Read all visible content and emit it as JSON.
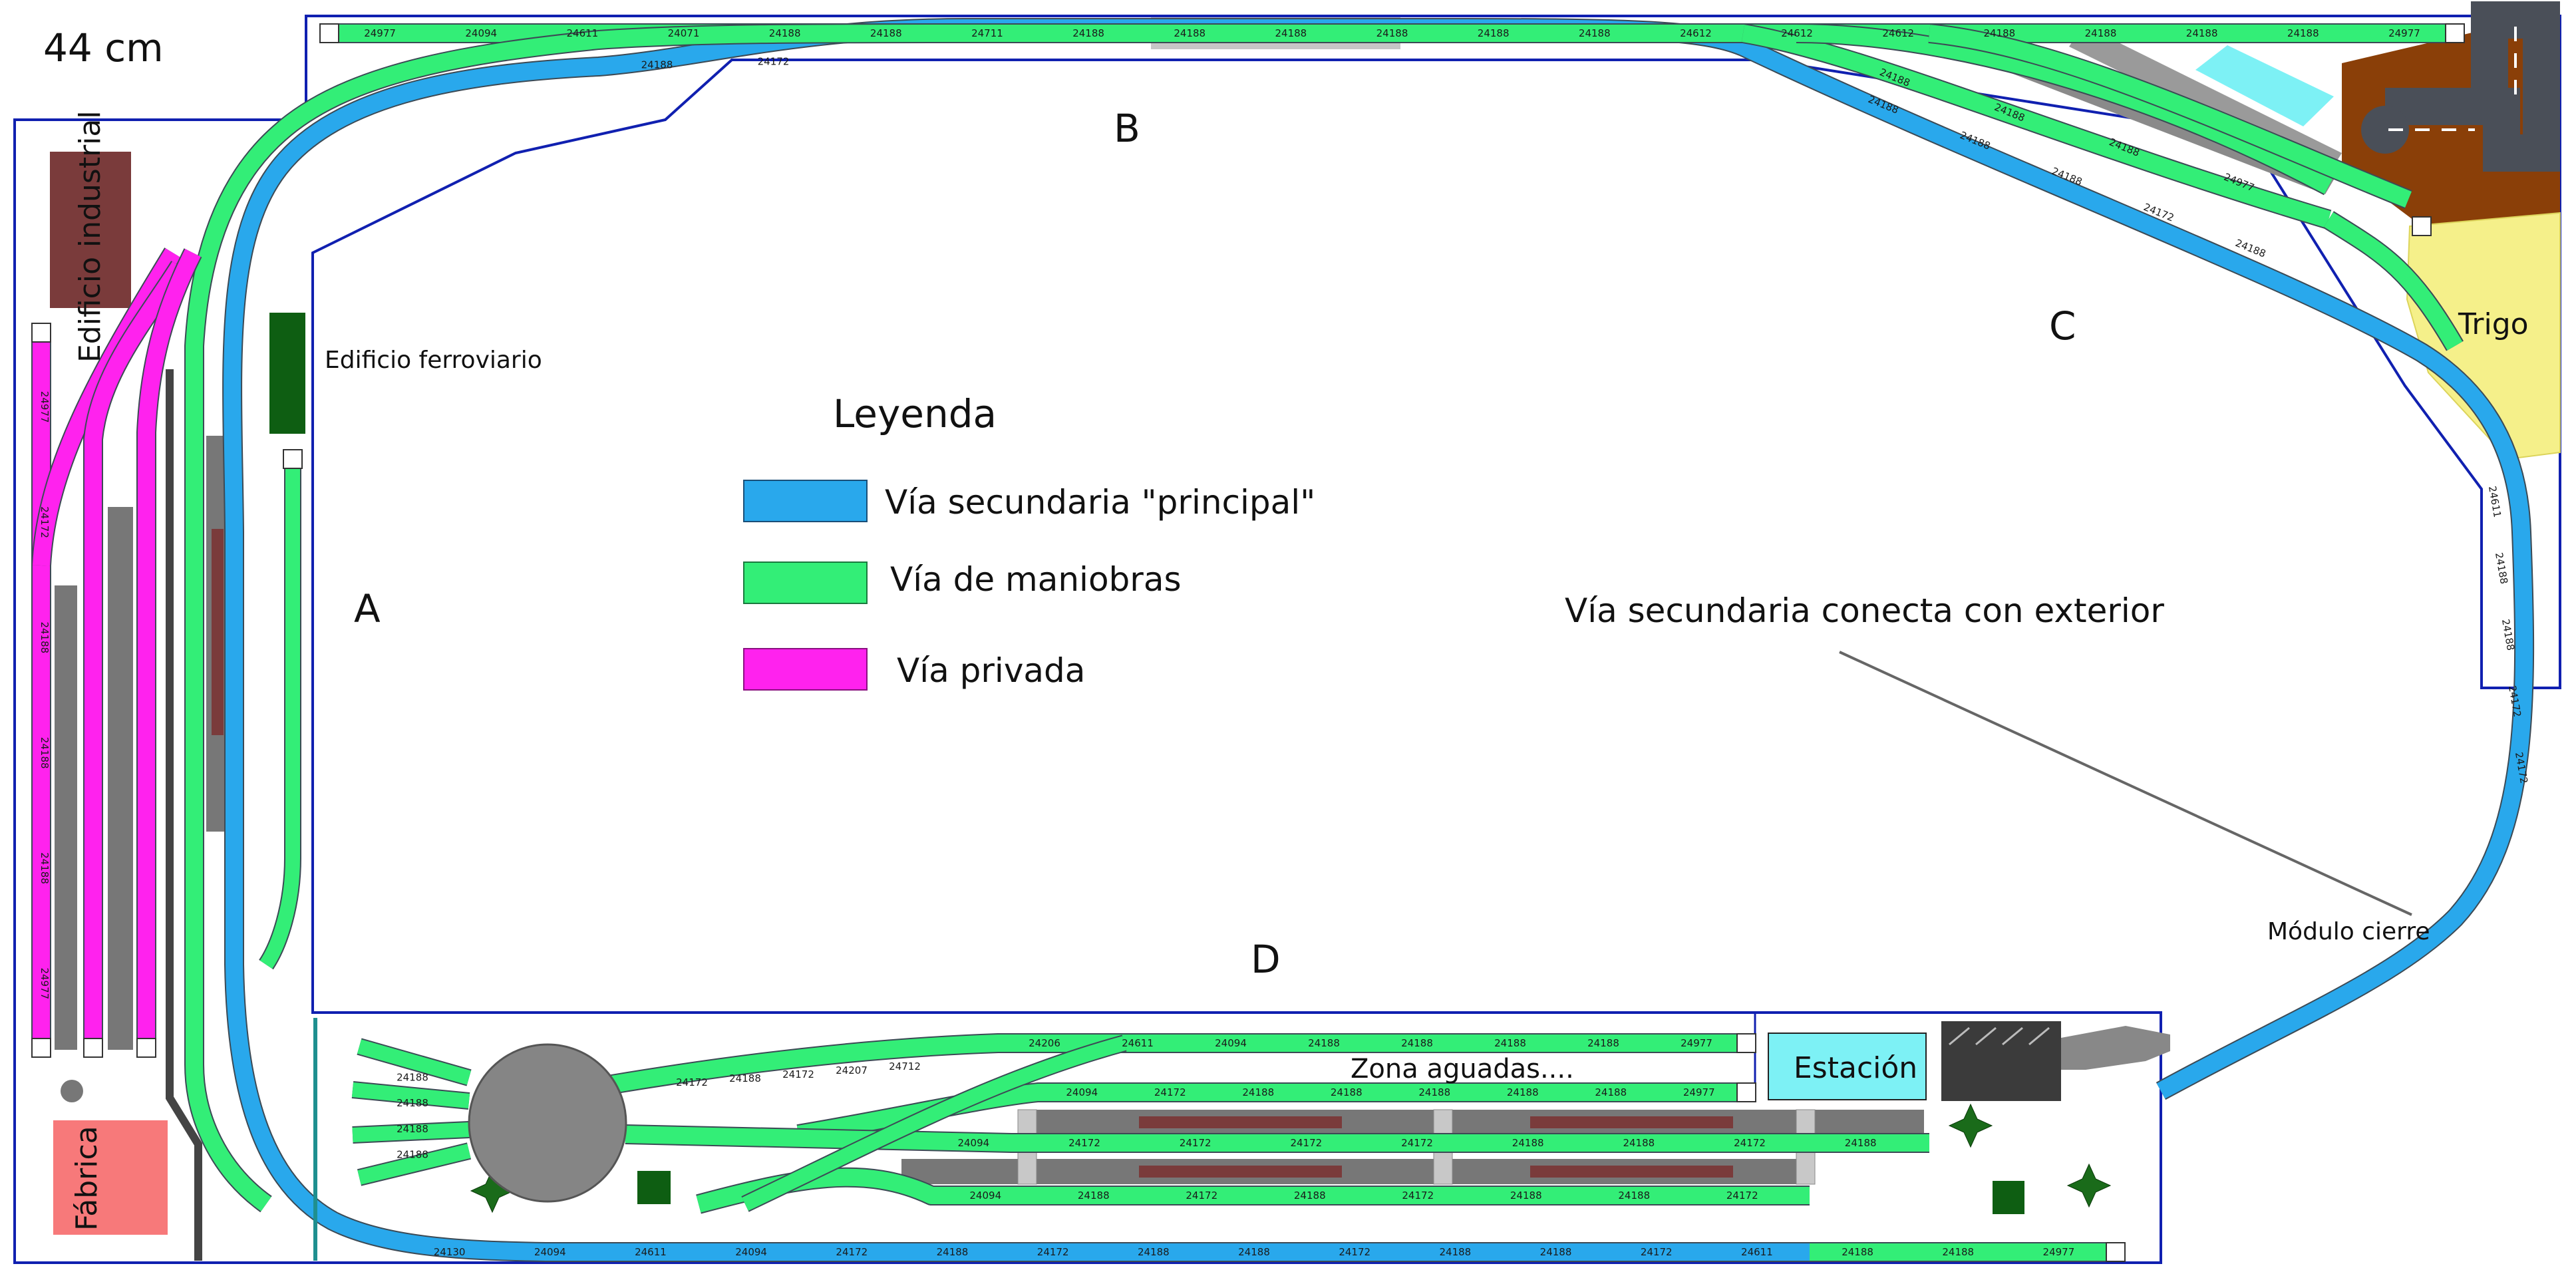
{
  "scale_label": "44 cm",
  "zones": {
    "a": "A",
    "b": "B",
    "c": "C",
    "d": "D"
  },
  "legend": {
    "title": "Leyenda",
    "items": [
      {
        "label": "Vía secundaria \"principal\"",
        "color": "#29a8ec"
      },
      {
        "label": "Vía de maniobras",
        "color": "#33ee77"
      },
      {
        "label": "Vía privada",
        "color": "#ff22ee"
      }
    ]
  },
  "buildings": {
    "industrial": "Edificio industrial",
    "railway": "Edificio ferroviario",
    "factory": "Fábrica",
    "wheat": "Trigo",
    "station": "Estación",
    "water_zone": "Zona aguadas...."
  },
  "notes": {
    "connect": "Vía secundaria conecta con exterior",
    "module": "Módulo cierre"
  },
  "track_codes": {
    "top_row": [
      "24977",
      "24094",
      "24611",
      "24071",
      "24188",
      "24188",
      "24711",
      "24188",
      "24188",
      "24188",
      "24188",
      "24188",
      "24188",
      "24612",
      "24612",
      "24612",
      "24188",
      "24188",
      "24188",
      "24188",
      "24977"
    ],
    "top_inner": [
      "24188",
      "24172"
    ],
    "upper_right_a": [
      "24188",
      "24188",
      "24188",
      "24172",
      "24188"
    ],
    "upper_right_b": [
      "24188",
      "24188",
      "24188",
      "24977"
    ],
    "right_curve": [
      "24611",
      "24188",
      "24188",
      "24172",
      "24172"
    ],
    "left_pink": [
      "24977",
      "24172",
      "24188",
      "24188",
      "24188",
      "24977"
    ],
    "bottom_row": [
      "24130",
      "24094",
      "24611",
      "24094",
      "24172",
      "24188",
      "24172",
      "24188",
      "24188",
      "24172",
      "24188",
      "24188",
      "24172",
      "24611",
      "24188",
      "24188",
      "24977"
    ],
    "station_row1": [
      "24206",
      "24611",
      "24094",
      "24188",
      "24188",
      "24188",
      "24188",
      "24977"
    ],
    "station_row2": [
      "24094",
      "24172",
      "24188",
      "24188",
      "24188",
      "24188",
      "24188",
      "24977"
    ],
    "station_row3": [
      "24094",
      "24172",
      "24172",
      "24172",
      "24172",
      "24188",
      "24188",
      "24172",
      "24188"
    ],
    "station_row4": [
      "24094",
      "24188",
      "24172",
      "24188",
      "24172",
      "24188",
      "24188",
      "24172"
    ],
    "loco_stubs": [
      "24188",
      "24188",
      "24188",
      "24188"
    ],
    "ladder": [
      "24172",
      "24188",
      "24172",
      "24207",
      "24712"
    ]
  }
}
